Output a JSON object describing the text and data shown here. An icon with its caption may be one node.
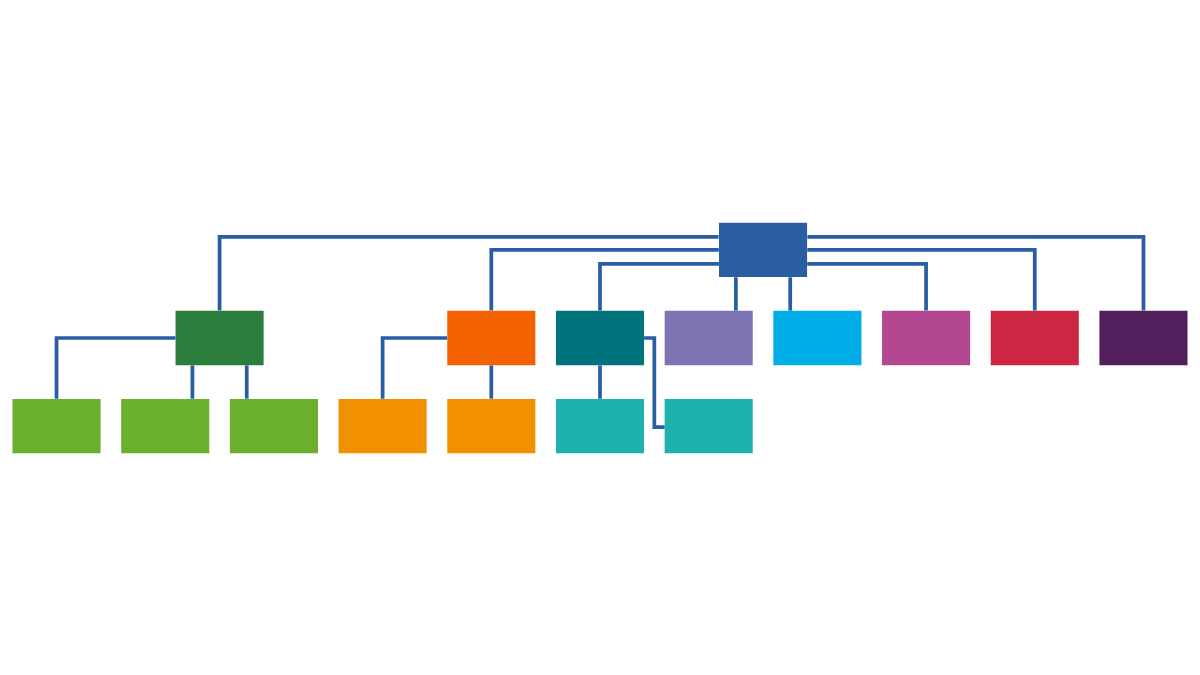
{
  "diagram": {
    "nodes": [
      {
        "text": [],
        "shape": "box"
      },
      {
        "text": [],
        "shape": "box"
      },
      {
        "text": [],
        "shape": "box"
      },
      {
        "text": [],
        "shape": "box"
      },
      {
        "text": [],
        "shape": "box"
      },
      {
        "text": [],
        "shape": "box"
      },
      {
        "text": [],
        "shape": "box"
      },
      {
        "text": [],
        "shape": "box"
      },
      {
        "text": [],
        "shape": "box"
      },
      {
        "text": [],
        "shape": "box"
      },
      {
        "text": [],
        "shape": "box"
      },
      {
        "text": [],
        "shape": "box"
      },
      {
        "text": [],
        "shape": "box"
      },
      {
        "text": [],
        "shape": "box"
      },
      {
        "text": [],
        "shape": "box"
      },
      {
        "text": [],
        "shape": "box"
      }
    ],
    "edges": [
      {
        "from": 0,
        "to": 1,
        "arrow": "none"
      },
      {
        "from": 0,
        "to": 2,
        "arrow": "none"
      },
      {
        "from": 0,
        "to": 3,
        "arrow": "none"
      },
      {
        "from": 0,
        "to": 4,
        "arrow": "none"
      },
      {
        "from": 0,
        "to": 5,
        "arrow": "none"
      },
      {
        "from": 0,
        "to": 6,
        "arrow": "none"
      },
      {
        "from": 0,
        "to": 7,
        "arrow": "none"
      },
      {
        "from": 0,
        "to": 8,
        "arrow": "none"
      },
      {
        "from": 1,
        "to": 9,
        "arrow": "none"
      },
      {
        "from": 1,
        "to": 10,
        "arrow": "none"
      },
      {
        "from": 1,
        "to": 11,
        "arrow": "none"
      },
      {
        "from": 2,
        "to": 12,
        "arrow": "none"
      },
      {
        "from": 2,
        "to": 13,
        "arrow": "none"
      },
      {
        "from": 3,
        "to": 14,
        "arrow": "none"
      },
      {
        "from": 3,
        "to": 15,
        "arrow": "none"
      }
    ]
  }
}
